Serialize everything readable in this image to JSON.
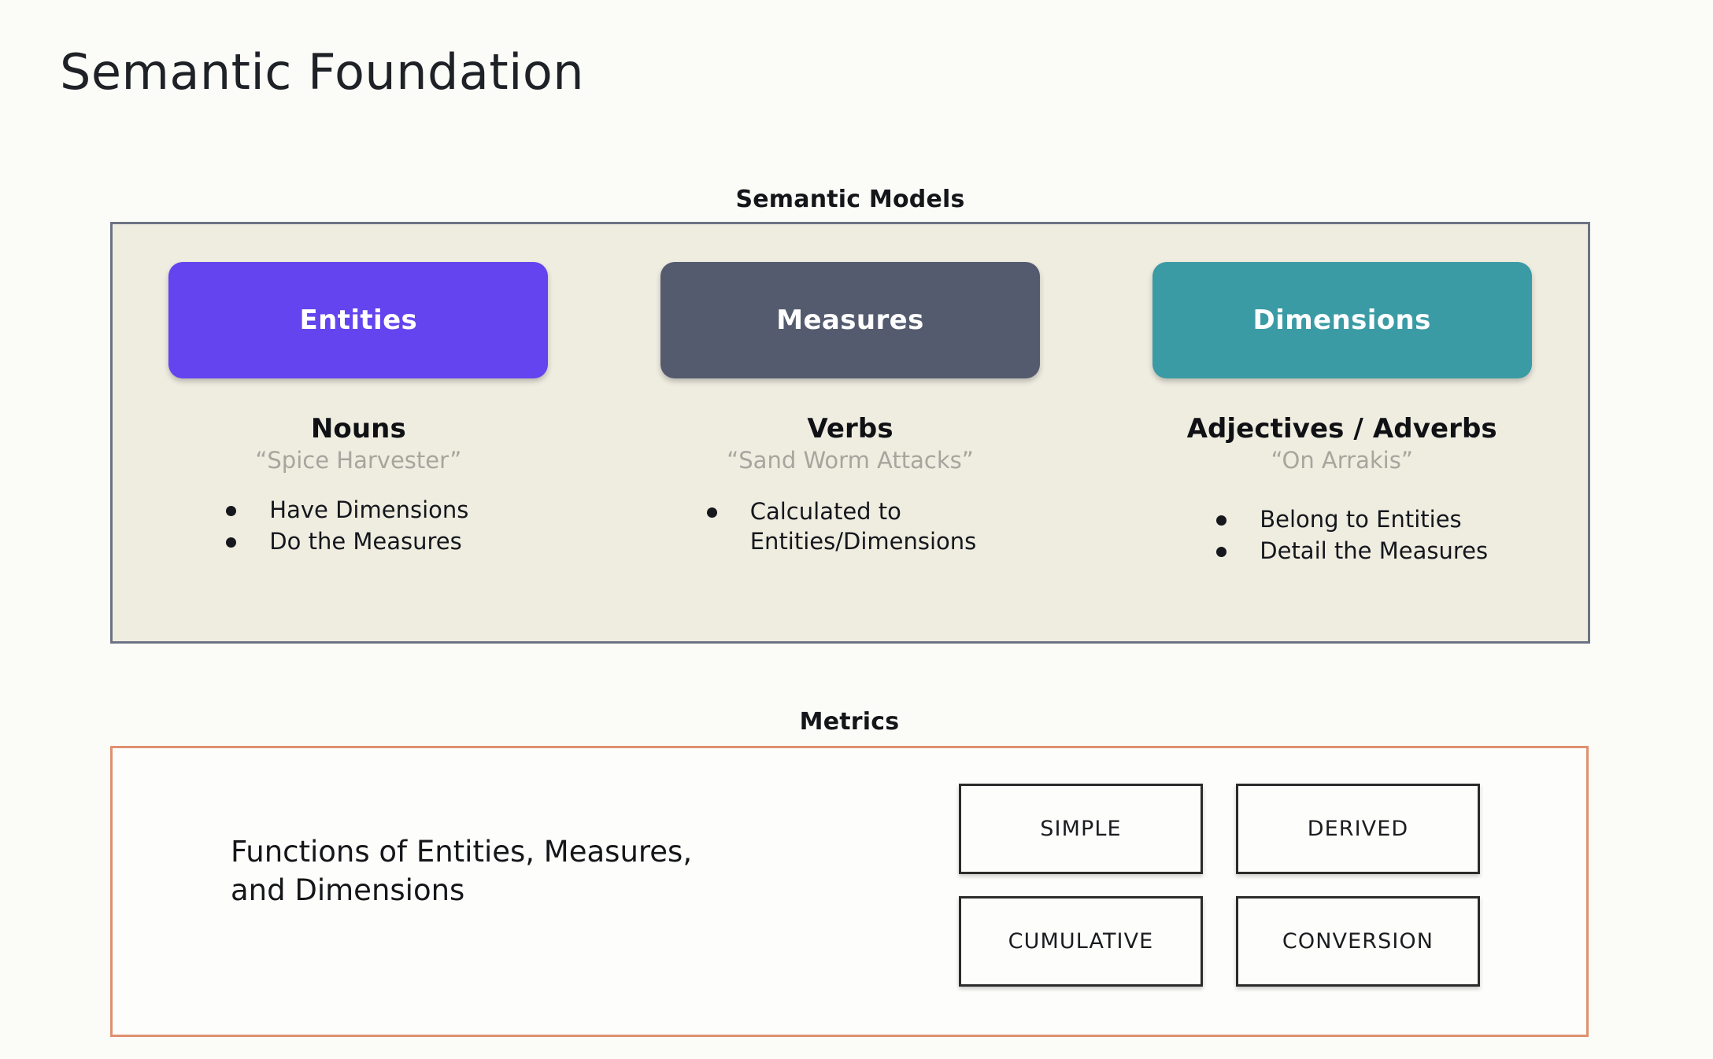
{
  "slide": {
    "title": "Semantic Foundation",
    "background_color": "#fbfbf8"
  },
  "semantic_models": {
    "heading": "Semantic Models",
    "panel_background": "#efece0",
    "panel_border_color": "#6d7384",
    "columns": [
      {
        "chip_label": "Entities",
        "chip_color": "#6344ee",
        "part_of_speech": "Nouns",
        "example": "“Spice Harvester”",
        "bullets": [
          "Have Dimensions",
          "Do the Measures"
        ]
      },
      {
        "chip_label": "Measures",
        "chip_color": "#545b6e",
        "part_of_speech": "Verbs",
        "example": "“Sand Worm Attacks”",
        "bullets": [
          "Calculated to\nEntities/Dimensions"
        ]
      },
      {
        "chip_label": "Dimensions",
        "chip_color": "#3a9ba5",
        "part_of_speech": "Adjectives / Adverbs",
        "example": "“On Arrakis”",
        "bullets": [
          "Belong to Entities",
          "Detail the Measures"
        ]
      }
    ]
  },
  "metrics": {
    "heading": "Metrics",
    "panel_border_color": "#e0906f",
    "description": "Functions of Entities, Measures,\nand Dimensions",
    "types": [
      "SIMPLE",
      "DERIVED",
      "CUMULATIVE",
      "CONVERSION"
    ]
  }
}
